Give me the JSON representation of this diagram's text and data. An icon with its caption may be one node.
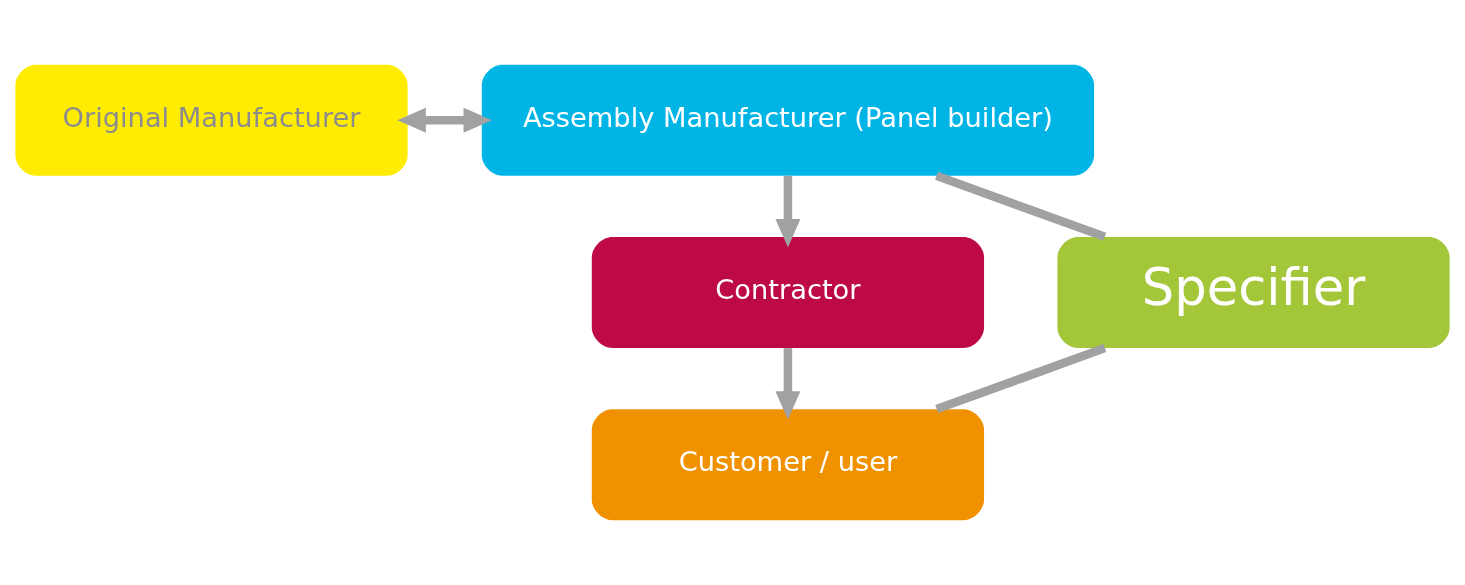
{
  "diagram": {
    "nodes": [
      {
        "text": [
          "Original Manufacturer"
        ]
      },
      {
        "text": [
          "Assembly Manufacturer (Panel builder)"
        ]
      },
      {
        "text": [
          "Contractor"
        ]
      },
      {
        "text": [
          "Customer / user"
        ]
      },
      {
        "text": [
          "Specifier"
        ]
      }
    ],
    "edges": [
      {
        "from": 0,
        "to": 1,
        "arrow": "both"
      },
      {
        "from": 1,
        "to": 2,
        "arrow": "to"
      },
      {
        "from": 2,
        "to": 3,
        "arrow": "to"
      },
      {
        "from": 4,
        "to": 1,
        "arrow": "none"
      },
      {
        "from": 4,
        "to": 3,
        "arrow": "none"
      }
    ]
  }
}
